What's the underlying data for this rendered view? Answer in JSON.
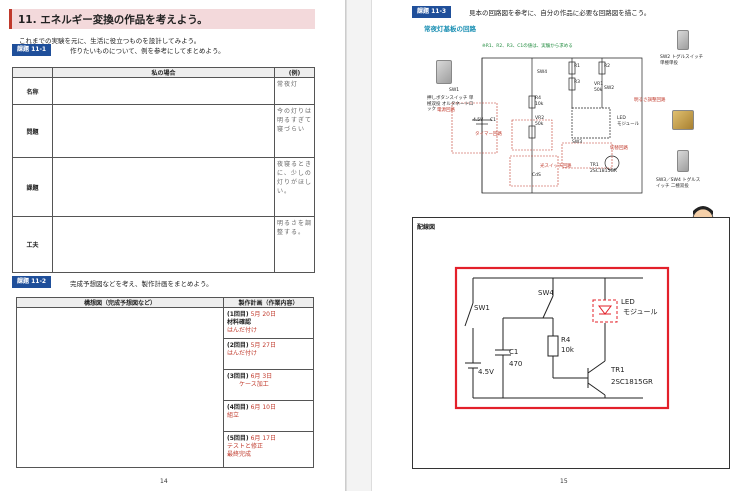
{
  "left_page": {
    "chapter_title": "11. エネルギー変換の作品を考えよう。",
    "intro": "これまでの実験を元に、生活に役立つものを設計してみよう。",
    "task1": {
      "label": "課題 11-1",
      "text": "作りたいものについて、例を参考にしてまとめよう。"
    },
    "table1": {
      "col_mine": "私の場合",
      "col_example": "(例)",
      "rows": [
        {
          "head": "名称",
          "example": "常夜灯"
        },
        {
          "head": "問題",
          "example": "今の灯りは明るすぎて寝づらい"
        },
        {
          "head": "課題",
          "example": "夜寝るときに、少しの灯りがほしい。"
        },
        {
          "head": "工夫",
          "example": "明るさを調整する。"
        }
      ]
    },
    "task2": {
      "label": "課題 11-2",
      "text": "完成予想図などを考え、製作計画をまとめよう。"
    },
    "table2": {
      "col_sketch": "構想図（完成予想図など）",
      "col_plan": "製作計画（作業内容）",
      "plans": [
        {
          "title": "(1回目)",
          "date": "5月 20日",
          "task": "材料確認",
          "task2": "はんだ付け"
        },
        {
          "title": "(2回目)",
          "date": "5月 27日",
          "task": "はんだ付け",
          "task2": ""
        },
        {
          "title": "(3回目)",
          "date": "6月 3日",
          "task": "ケース加工",
          "task2": ""
        },
        {
          "title": "(4回目)",
          "date": "6月 10日",
          "task": "組立",
          "task2": ""
        },
        {
          "title": "(5回目)",
          "date": "6月 17日",
          "task": "テストと修正",
          "task2": "最終完成"
        }
      ]
    },
    "page_number": "14"
  },
  "right_page": {
    "task3": {
      "label": "課題 11-3",
      "text": "見本の回路図を参考に、自分の作品に必要な回路図を描こう。"
    },
    "subhead": "常夜灯基板の回路",
    "note": "※R1、R2、R3、C1の値は、実験から求める",
    "schematic_labels": {
      "sw1": "SW1",
      "sw1_desc": "押しボタンスイッチ 単極双投 オルタネートロック",
      "sw4": "SW4",
      "r1": "R1",
      "r2": "R2",
      "r3": "R3",
      "r4": "R4",
      "r4_val": "10k",
      "vr1": "VR1",
      "vr1_val": "50k",
      "vr2": "VR2",
      "vr2_val": "50k",
      "c1": "C1",
      "c1_val": "470",
      "batt": "4.5V",
      "cds": "CdS",
      "led": "LED",
      "led_desc": "モジュール",
      "sw2": "SW2",
      "sw3": "SW3",
      "tr1": "TR1",
      "tr1_part": "2SC1815GR",
      "timer": "タイマー回路",
      "power": "電源回路",
      "bright": "明るさ調整回路",
      "hikari": "光スイッチ回路",
      "switch": "切替回路",
      "sw2_desc": "SW2 トグルスイッチ 単極単投",
      "sw34_desc": "SW3／SW4 トグルスイッチ 二極双投"
    },
    "wiring": {
      "label": "配線図",
      "sw1": "SW1",
      "sw4": "SW4",
      "led": "LED",
      "led_desc": "モジュール",
      "c1": "C1",
      "c1_val": "470",
      "r4": "R4",
      "r4_val": "10k",
      "batt": "4.5V",
      "tr1": "TR1",
      "tr1_part": "2SC1815GR"
    },
    "page_number": "15"
  }
}
